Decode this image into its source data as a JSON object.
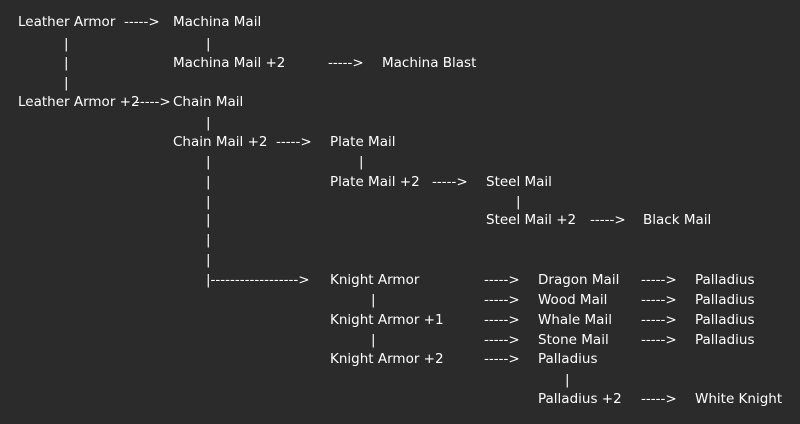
{
  "nodes": [
    {
      "id": "leather_armor",
      "text": "Leather Armor"
    },
    {
      "id": "machina_mail",
      "text": "Machina Mail"
    },
    {
      "id": "machina_mail_p2",
      "text": "Machina Mail +2"
    },
    {
      "id": "machina_blast",
      "text": "Machina Blast"
    },
    {
      "id": "leather_armor_p2",
      "text": "Leather Armor +2"
    },
    {
      "id": "chain_mail",
      "text": "Chain Mail"
    },
    {
      "id": "chain_mail_p2",
      "text": "Chain Mail +2"
    },
    {
      "id": "plate_mail",
      "text": "Plate Mail"
    },
    {
      "id": "plate_mail_p2",
      "text": "Plate Mail +2"
    },
    {
      "id": "steel_mail",
      "text": "Steel Mail"
    },
    {
      "id": "steel_mail_p2",
      "text": "Steel Mail +2"
    },
    {
      "id": "black_mail",
      "text": "Black Mail"
    },
    {
      "id": "knight_armor",
      "text": "Knight Armor"
    },
    {
      "id": "knight_armor_p1",
      "text": "Knight Armor +1"
    },
    {
      "id": "knight_armor_p2",
      "text": "Knight Armor +2"
    },
    {
      "id": "dragon_mail",
      "text": "Dragon Mail"
    },
    {
      "id": "wood_mail",
      "text": "Wood Mail"
    },
    {
      "id": "whale_mail",
      "text": "Whale Mail"
    },
    {
      "id": "stone_mail",
      "text": "Stone Mail"
    },
    {
      "id": "palladius_from_knight_p2",
      "text": "Palladius"
    },
    {
      "id": "palladius_1",
      "text": "Palladius"
    },
    {
      "id": "palladius_2",
      "text": "Palladius"
    },
    {
      "id": "palladius_3",
      "text": "Palladius"
    },
    {
      "id": "palladius_4",
      "text": "Palladius"
    },
    {
      "id": "palladius_p2",
      "text": "Palladius +2"
    },
    {
      "id": "white_knight",
      "text": "White Knight"
    }
  ],
  "connectors": {
    "arrow_short": "----->",
    "arrow_long": "|------------------>",
    "pipe": "|"
  }
}
